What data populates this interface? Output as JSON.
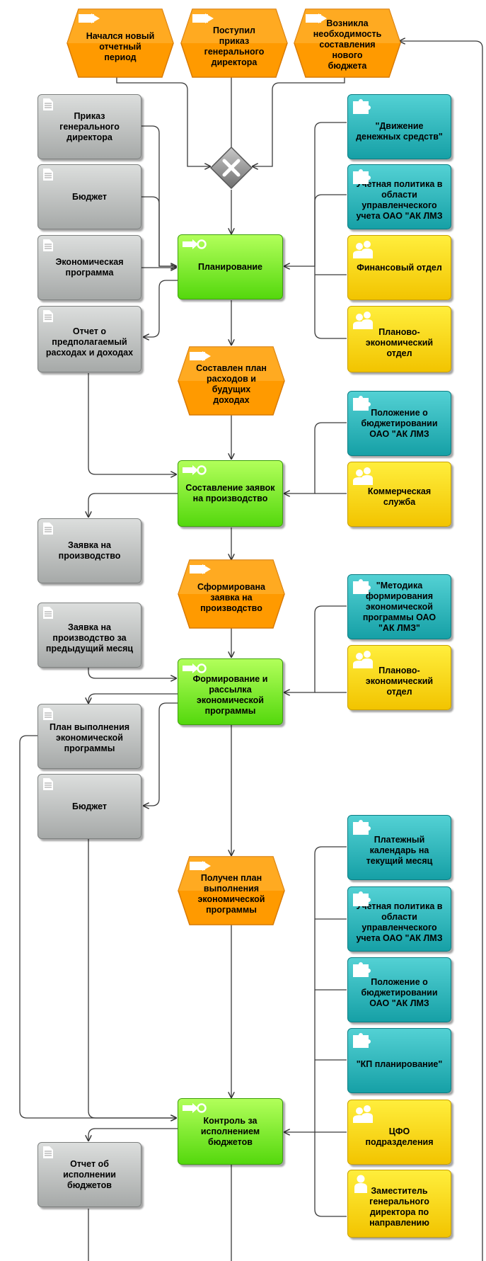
{
  "events": {
    "new_period": "Начался новый\nотчетный\nпериод",
    "director_order": "Поступил\nприказ\nгенерального\nдиректора",
    "new_budget_needed": "Возникла\nнеобходимость\nсоставления\nнового\nбюджета",
    "plan_made": "Составлен план\nрасходов и\nбудущих\nдоходах",
    "request_formed": "Сформирована\nзаявка на\nпроизводство",
    "plan_received": "Получен план\nвыполнения\nэкономической\nпрограммы"
  },
  "functions": {
    "planning": "Планирование",
    "production_requests": "Составление заявок\nна производство",
    "econ_program": "Формирование и\nрассылка\nэкономической\nпрограммы",
    "budget_control": "Контроль за\nисполнением\nбюджетов"
  },
  "documents": {
    "director_order": "Приказ\nгенерального\nдиректора",
    "budget_1": "Бюджет",
    "econ_program": "Экономическая\nпрограмма",
    "expense_report": "Отчет о\nпредполагаемый\nрасходах и доходах",
    "production_request": "Заявка на\nпроизводство",
    "prev_month_request": "Заявка на\nпроизводство за\nпредыдущий месяц",
    "program_plan": "План выполнения\nэкономической\nпрограммы",
    "budget_2": "Бюджет",
    "execution_report": "Отчет об\nисполнении\nбюджетов"
  },
  "info_systems": {
    "cash_flow": "\"Движение\nденежных средств\"",
    "accounting_policy_1": "Учетная политика в\nобласти\nуправленческого\nучета ОАО \"АК ЛМЗ",
    "budget_regulation_1": "Положение о\nбюджетировании\nОАО \"АК ЛМЗ",
    "methodology": "\"Методика\nформирования\nэкономической\nпрограммы ОАО\n\"АК ЛМЗ\"",
    "payment_calendar": "Платежный\nкалендарь на\nтекущий месяц",
    "accounting_policy_2": "Учетная политика в\nобласти\nуправленческого\nучета ОАО \"АК ЛМЗ",
    "budget_regulation_2": "Положение о\nбюджетировании\nОАО \"АК ЛМЗ",
    "kp_planning": "\"КП планирование\""
  },
  "org_units": {
    "finance_dept": "Финансовый отдел",
    "planning_dept_1": "Планово-\nэкономический\nотдел",
    "commercial_service": "Коммерческая\nслужба",
    "planning_dept_2": "Планово-\nэкономический\nотдел",
    "cfo_unit": "ЦФО\nподразделения",
    "deputy_director": "Заместитель\nгенерального\nдиректора по\nнаправлению"
  },
  "colors": {
    "event": "#ff9a00",
    "function": "#5bdd10",
    "document": "#a9acab",
    "info_system": "#1aa7ac",
    "org_unit": "#f7cc00",
    "gateway": "#8a8a8a"
  },
  "icons": {
    "event": "arrow-flag-icon",
    "function": "gear-arrow-icon",
    "document": "document-icon",
    "info_system": "puzzle-icon",
    "org_unit": "people-icon",
    "gateway": "xor-icon"
  }
}
